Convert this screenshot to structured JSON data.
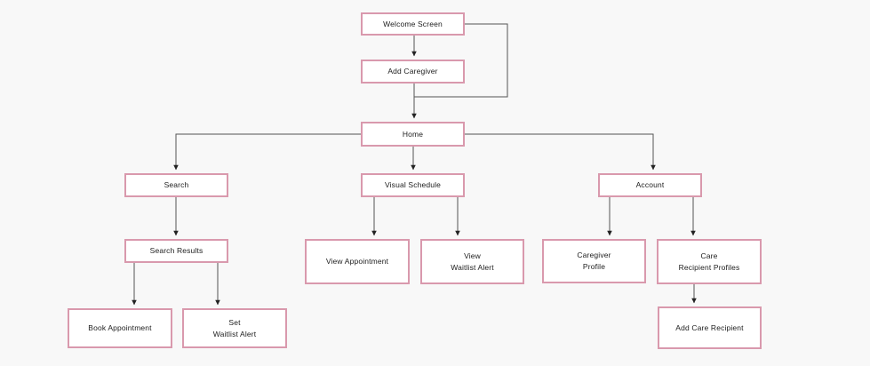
{
  "diagram": {
    "type": "flowchart",
    "background_color": "#f8f8f8",
    "node_fill_color": "#ffffff",
    "node_border_color": "#d999ad",
    "connector_color": "#555555",
    "arrowhead_color": "#222222",
    "nodes": [
      {
        "id": "welcome-screen",
        "lines": [
          "Welcome Screen"
        ]
      },
      {
        "id": "add-caregiver",
        "lines": [
          "Add Caregiver"
        ]
      },
      {
        "id": "home",
        "lines": [
          "Home"
        ]
      },
      {
        "id": "search",
        "lines": [
          "Search"
        ]
      },
      {
        "id": "visual-schedule",
        "lines": [
          "Visual Schedule"
        ]
      },
      {
        "id": "account",
        "lines": [
          "Account"
        ]
      },
      {
        "id": "search-results",
        "lines": [
          "Search Results"
        ]
      },
      {
        "id": "view-appointment",
        "lines": [
          "View Appointment"
        ]
      },
      {
        "id": "view-waitlist-alert",
        "lines": [
          "View",
          "Waitlist Alert"
        ]
      },
      {
        "id": "caregiver-profile",
        "lines": [
          "Caregiver",
          "Profile"
        ]
      },
      {
        "id": "care-recipient-profiles",
        "lines": [
          "Care",
          "Recipient Profiles"
        ]
      },
      {
        "id": "book-appointment",
        "lines": [
          "Book Appointment"
        ]
      },
      {
        "id": "set-waitlist-alert",
        "lines": [
          "Set",
          "Waitlist Alert"
        ]
      },
      {
        "id": "add-care-recipient",
        "lines": [
          "Add Care Recipient"
        ]
      }
    ],
    "edges": [
      {
        "from": "welcome-screen",
        "to": "add-caregiver",
        "arrow": true
      },
      {
        "from": "welcome-screen",
        "to": "home",
        "arrow": false
      },
      {
        "from": "add-caregiver",
        "to": "home",
        "arrow": true
      },
      {
        "from": "home",
        "to": "search",
        "arrow": true
      },
      {
        "from": "home",
        "to": "visual-schedule",
        "arrow": true
      },
      {
        "from": "home",
        "to": "account",
        "arrow": true
      },
      {
        "from": "search",
        "to": "search-results",
        "arrow": true
      },
      {
        "from": "search-results",
        "to": "book-appointment",
        "arrow": true
      },
      {
        "from": "search-results",
        "to": "set-waitlist-alert",
        "arrow": true
      },
      {
        "from": "visual-schedule",
        "to": "view-appointment",
        "arrow": true
      },
      {
        "from": "visual-schedule",
        "to": "view-waitlist-alert",
        "arrow": true
      },
      {
        "from": "account",
        "to": "caregiver-profile",
        "arrow": true
      },
      {
        "from": "account",
        "to": "care-recipient-profiles",
        "arrow": true
      },
      {
        "from": "care-recipient-profiles",
        "to": "add-care-recipient",
        "arrow": true
      }
    ]
  }
}
